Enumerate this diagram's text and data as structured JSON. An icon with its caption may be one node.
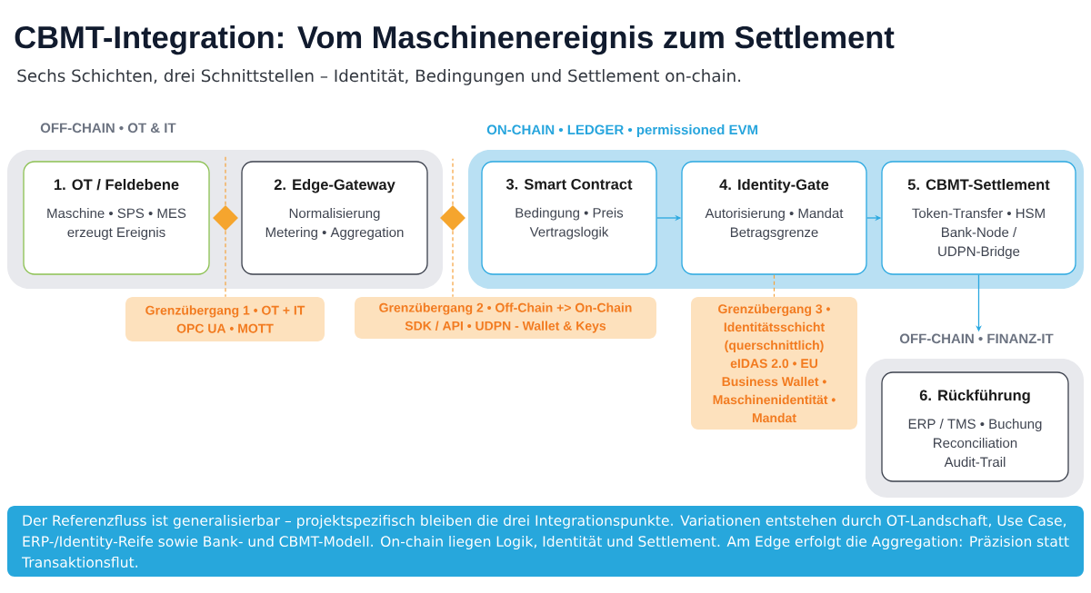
{
  "diagram": {
    "title": "CBMT-Integration: Vom Maschinenereignis zum Settlement",
    "nodes": [
      {
        "text": [
          "OFF-CHAIN • OT & IT"
        ]
      },
      {
        "text": [
          "1. OT / Feldebene",
          "Maschine • SPS • MES erzeugt Ereignis"
        ],
        "in": 0
      },
      {
        "text": [],
        "shape": "diamond",
        "in": 0
      },
      {
        "text": [
          "2. Edge-Gateway",
          "Normalisierung Metering • Aggregation"
        ],
        "in": 0
      },
      {
        "text": [],
        "shape": "diamond"
      },
      {
        "text": [
          "ON-CHAIN • LEDGER • permissioned EVM"
        ]
      },
      {
        "text": [
          "3. Smart Contract",
          "Bedingung • Preis Vertragslogik"
        ],
        "in": 5
      },
      {
        "text": [
          "4. Identity-Gate",
          "Autorisierung • Mandat Betragsgrenze"
        ],
        "in": 5
      },
      {
        "text": [
          "5. CBMT-Settlement",
          "Token-Transfer • HSM Bank-Node / UDPN-Bridge"
        ],
        "in": 5
      },
      {
        "text": [
          "Grenzübergang 1 • OT + IT OPC UA • MOTT"
        ]
      },
      {
        "text": [
          "Grenzübergang 2 • Off-Chain +> On-Chain SDK / API • UDPN - Wallet & Keys"
        ]
      },
      {
        "text": [
          "Grenzübergang 3 • Identitätsschicht (querschnittlich) eIDAS 2.0 • EU Business Wallet • Maschinenidentität • Mandat"
        ]
      },
      {
        "text": [
          "OFF-CHAIN • FINANZ-IT"
        ]
      },
      {
        "text": [
          "6. Rückführung",
          "ERP / TMS • Buchung Reconciliation Audit-Trail"
        ],
        "in": 12
      },
      {
        "text": [
          "Der Referenzfluss ist generalisierbar – projektspezifisch bleiben die drei Integrationspunkte. Variationen entstehen durch OT-Landschaft, Use Case, ERP-/Identity-Reife sowie Bank- und CBMT-Modell. On-chain liegen Logik, Identität und Settlement. Am Edge erfolgt die Aggregation: Präzision statt Transaktionsflut."
        ]
      }
    ],
    "edges": [
      {
        "from": 6,
        "to": 7,
        "arrow": "to"
      },
      {
        "from": 7,
        "to": 8,
        "arrow": "to"
      },
      {
        "from": 8,
        "to": 12,
        "arrow": "to"
      },
      {
        "from": 2,
        "to": 9,
        "arrow": "none",
        "style": "dashed",
        "color": "#f5a23c"
      },
      {
        "from": 4,
        "to": 10,
        "arrow": "none",
        "style": "dashed",
        "color": "#f5a23c"
      },
      {
        "from": 7,
        "to": 11,
        "arrow": "none",
        "style": "dashed",
        "color": "#f5a23c"
      }
    ],
    "labels": [
      "Sechs Schichten, drei Schnittstellen – Identität, Bedingungen und Settlement on-chain."
    ]
  }
}
